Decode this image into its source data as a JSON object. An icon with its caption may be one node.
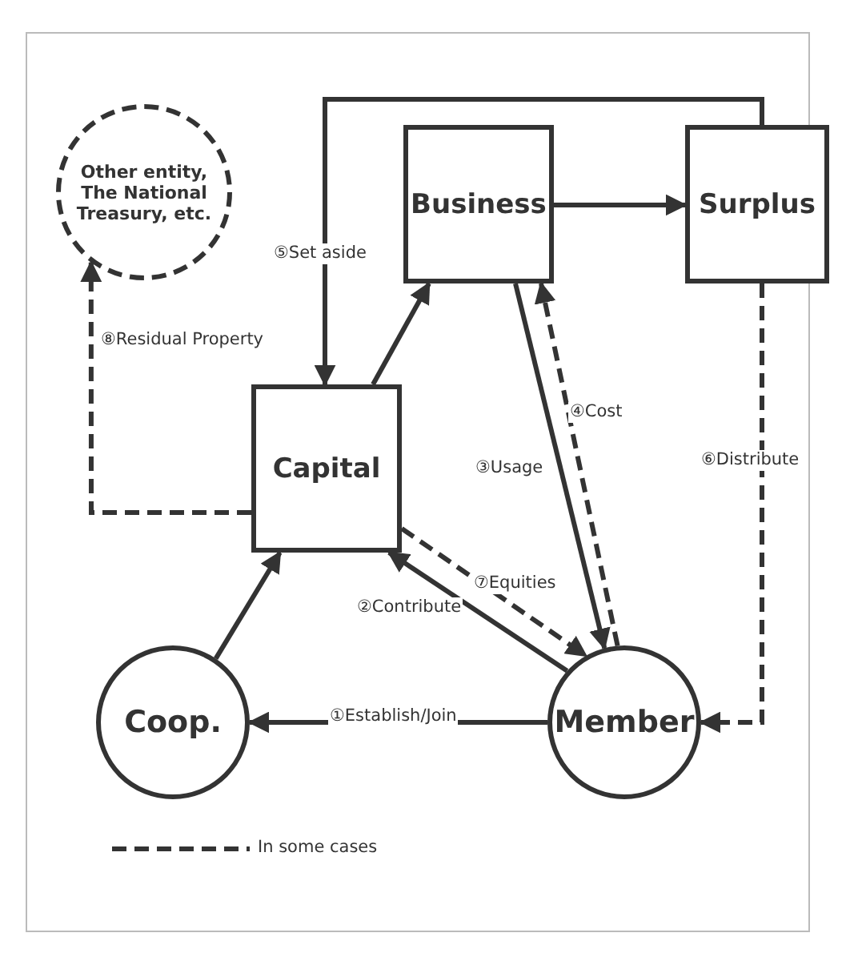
{
  "diagram": {
    "nodes": [
      {
        "text": [
          "Other entity, The National Treasury, etc."
        ]
      },
      {
        "text": [
          "Business"
        ]
      },
      {
        "text": [
          "Surplus"
        ]
      },
      {
        "text": [
          "Capital"
        ]
      },
      {
        "text": [
          "Coop."
        ]
      },
      {
        "text": [
          "Member"
        ]
      }
    ],
    "edges": [
      {
        "from": 2,
        "to": 3,
        "arrow": "to",
        "label": "⑤Set aside"
      },
      {
        "from": 1,
        "to": 2,
        "arrow": "to"
      },
      {
        "from": 3,
        "to": 1,
        "arrow": "to"
      },
      {
        "from": 1,
        "to": 5,
        "arrow": "to",
        "label": "③Usage"
      },
      {
        "from": 5,
        "to": 1,
        "arrow": "to",
        "label": "④Cost",
        "style": "dashed"
      },
      {
        "from": 3,
        "to": 5,
        "arrow": "to",
        "label": "⑦Equities",
        "style": "dashed"
      },
      {
        "from": 5,
        "to": 3,
        "arrow": "to",
        "label": "②Contribute"
      },
      {
        "from": 5,
        "to": 4,
        "arrow": "to",
        "label": "①Establish/Join"
      },
      {
        "from": 4,
        "to": 3,
        "arrow": "to"
      },
      {
        "from": 2,
        "to": 5,
        "arrow": "to",
        "label": "⑥Distribute",
        "style": "dashed"
      },
      {
        "from": 3,
        "to": 0,
        "arrow": "to",
        "label": "⑧Residual Property",
        "style": "dashed"
      }
    ],
    "legend": [
      {
        "text": "In some cases"
      }
    ]
  }
}
